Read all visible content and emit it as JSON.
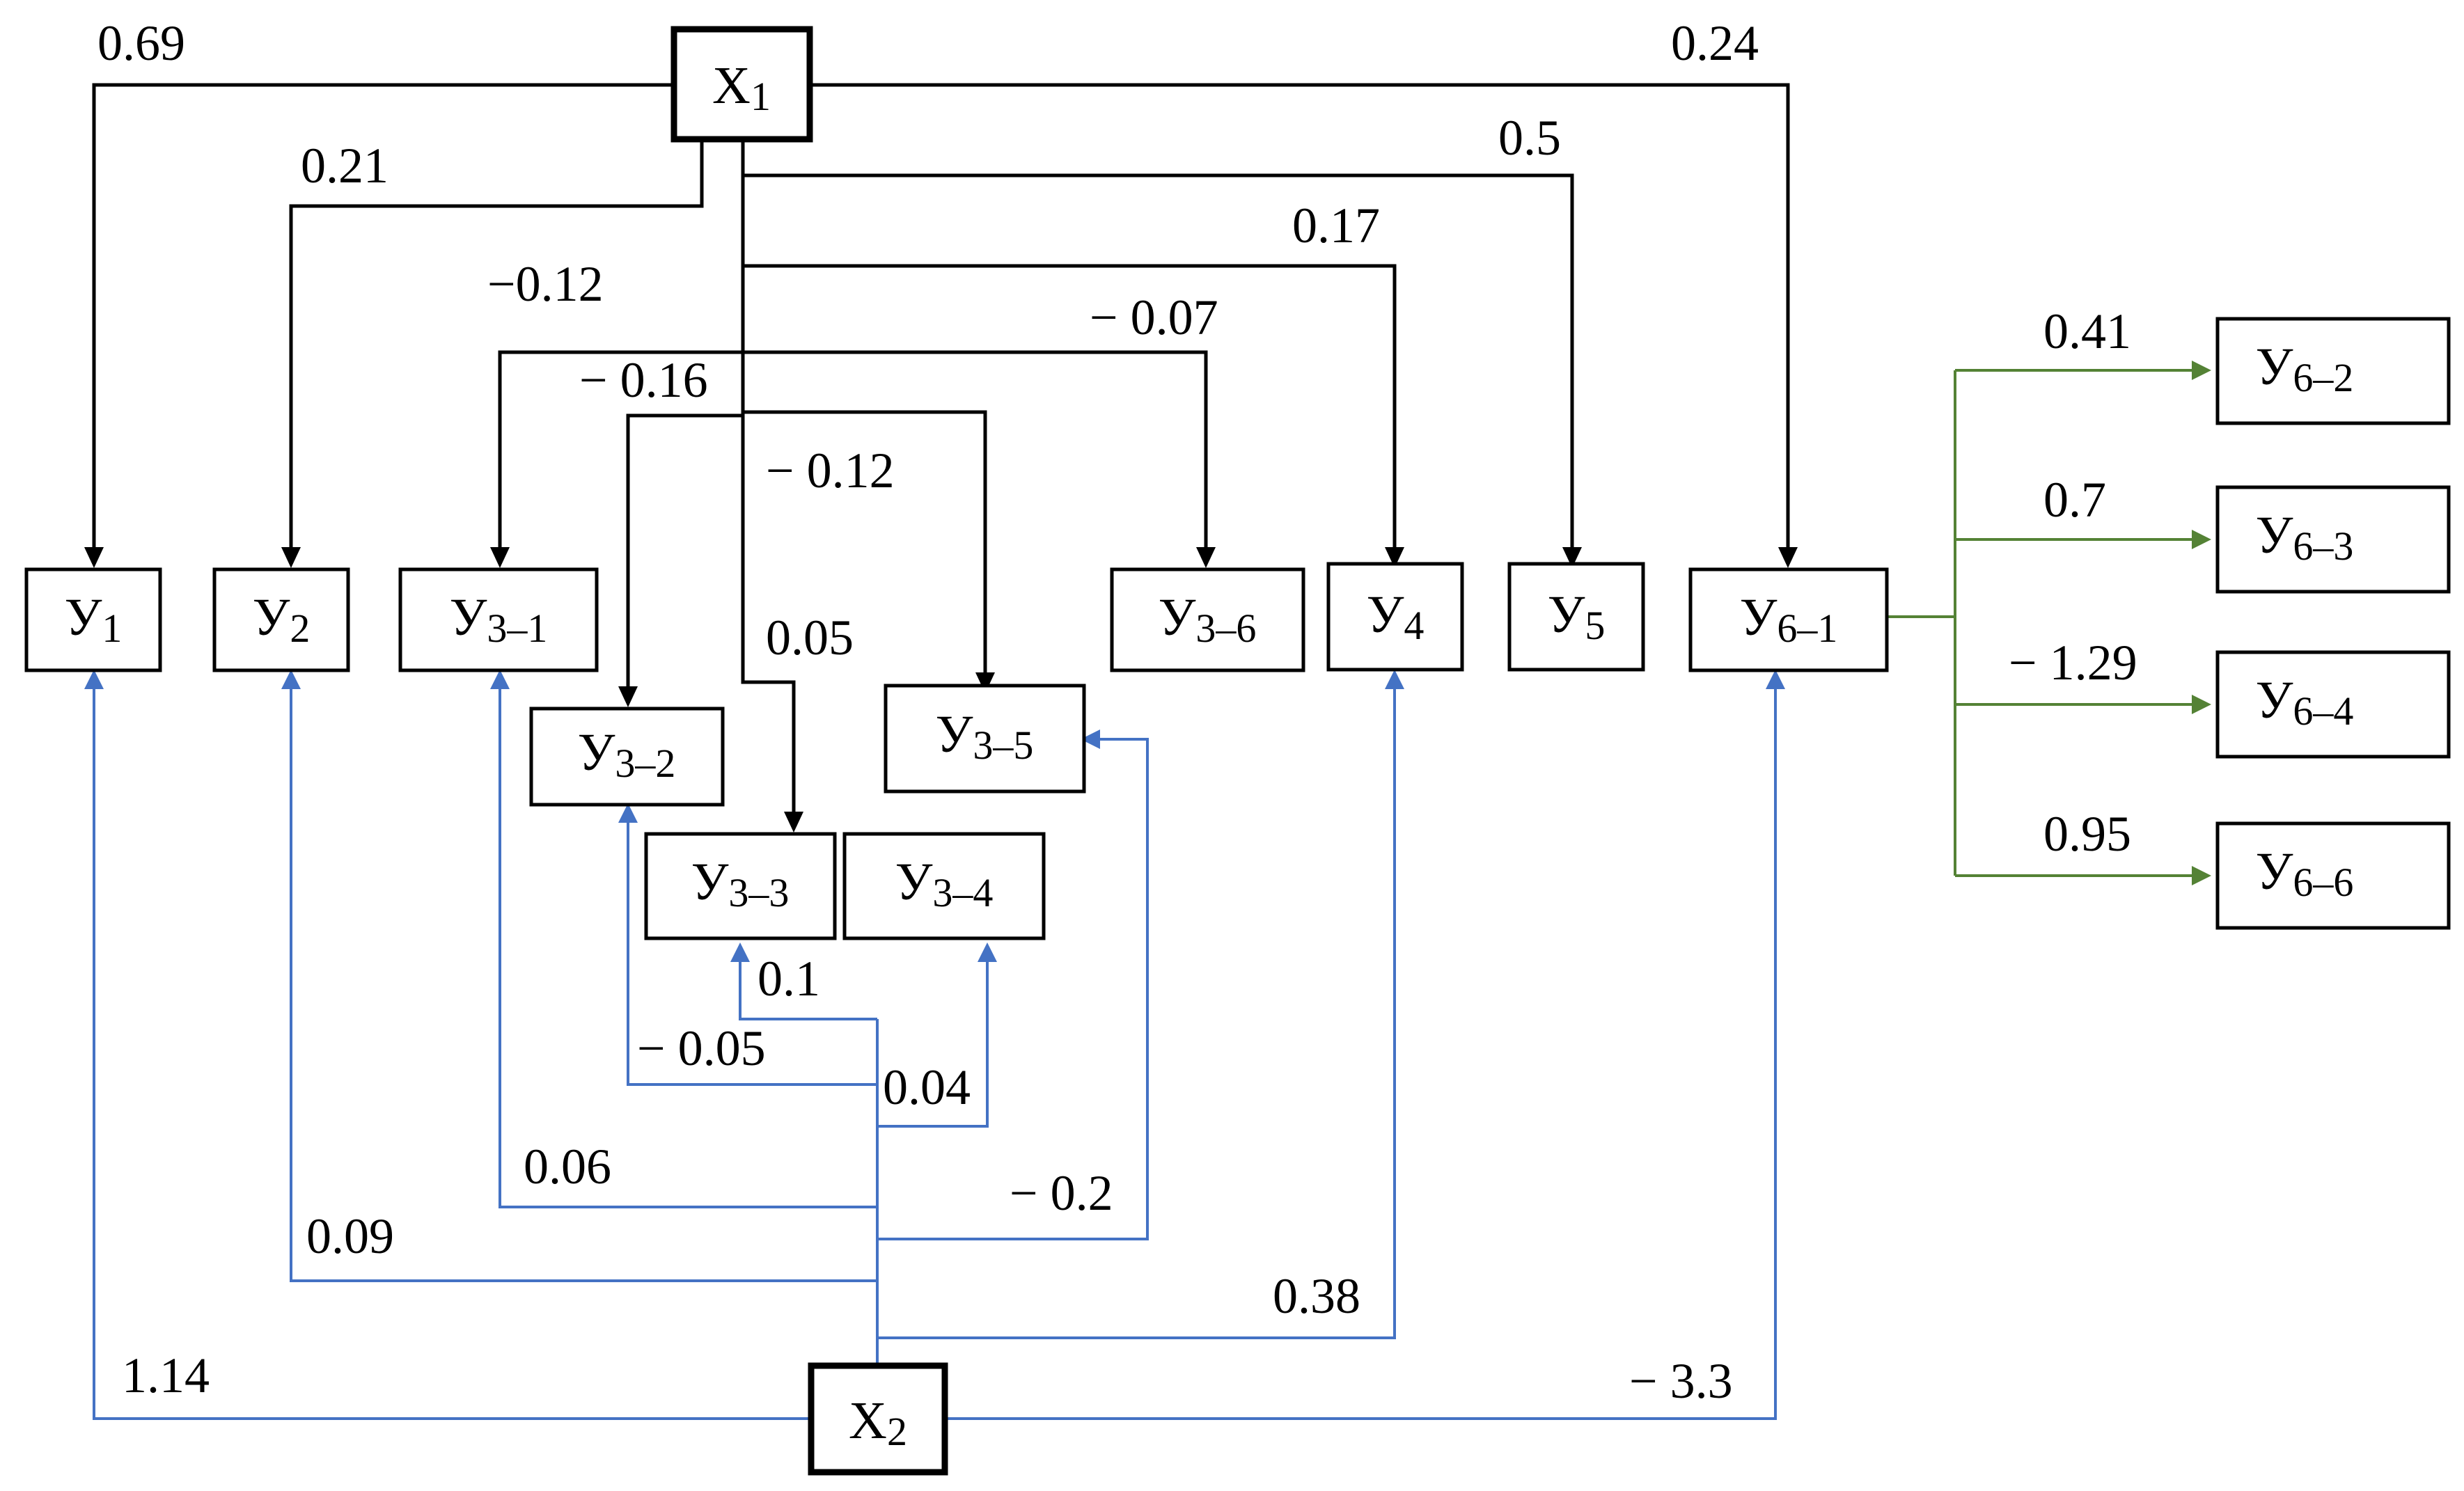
{
  "colors": {
    "x1_edges": "#000000",
    "x2_edges": "#4472C4",
    "y6_edges": "#548235"
  },
  "nodes": {
    "x1": {
      "main": "X",
      "sub": "1"
    },
    "x2": {
      "main": "X",
      "sub": "2"
    },
    "y1": {
      "main": "У",
      "sub": "1"
    },
    "y2": {
      "main": "У",
      "sub": "2"
    },
    "y31": {
      "main": "У",
      "sub": "3–1"
    },
    "y32": {
      "main": "У",
      "sub": "3–2"
    },
    "y33": {
      "main": "У",
      "sub": "3–3"
    },
    "y34": {
      "main": "У",
      "sub": "3–4"
    },
    "y35": {
      "main": "У",
      "sub": "3–5"
    },
    "y36": {
      "main": "У",
      "sub": "3–6"
    },
    "y4": {
      "main": "У",
      "sub": "4"
    },
    "y5": {
      "main": "У",
      "sub": "5"
    },
    "y61": {
      "main": "У",
      "sub": "6–1"
    },
    "y62": {
      "main": "У",
      "sub": "6–2"
    },
    "y63": {
      "main": "У",
      "sub": "6–3"
    },
    "y64": {
      "main": "У",
      "sub": "6–4"
    },
    "y66": {
      "main": "У",
      "sub": "6–6"
    }
  },
  "edges": {
    "x1_y1": "0.69",
    "x1_y2": "0.21",
    "x1_y31": "−0.12",
    "x1_y32": "− 0.16",
    "x1_y33": "0.05",
    "x1_y35": "− 0.12",
    "x1_y36": "− 0.07",
    "x1_y4": "0.17",
    "x1_y5": "0.5",
    "x1_y61": "0.24",
    "x2_y1": "1.14",
    "x2_y2": "0.09",
    "x2_y31": "0.06",
    "x2_y32": "− 0.05",
    "x2_y33": "0.1",
    "x2_y34": "0.04",
    "x2_y35": "− 0.2",
    "x2_y4": "0.38",
    "x2_y61": "− 3.3",
    "y61_y62": "0.41",
    "y61_y63": "0.7",
    "y61_y64": "− 1.29",
    "y61_y66": "0.95"
  }
}
